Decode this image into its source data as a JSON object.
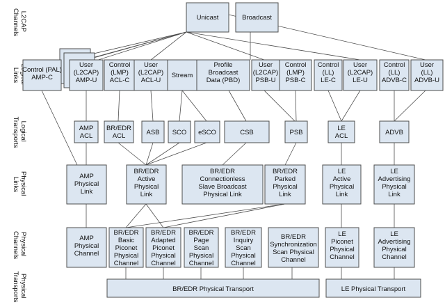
{
  "layers": {
    "l2cap": [
      "L2CAP",
      "Channels"
    ],
    "logical_links": [
      "Logical",
      "Links"
    ],
    "logical_transports": [
      "Logical",
      "Transports"
    ],
    "physical_links": [
      "Physical",
      "Links"
    ],
    "physical_channels": [
      "Physical",
      "Channels"
    ],
    "physical_transports": [
      "Physical",
      "Transports"
    ]
  },
  "l2cap_channels": {
    "unicast": [
      "Unicast"
    ],
    "broadcast": [
      "Broadcast"
    ]
  },
  "logical_links": {
    "amp_c": [
      "Control (PAL)",
      "AMP-C"
    ],
    "amp_u": [
      "User",
      "(L2CAP)",
      "AMP-U"
    ],
    "acl_c": [
      "Control",
      "(LMP)",
      "ACL-C"
    ],
    "acl_u": [
      "User",
      "(L2CAP)",
      "ACL-U"
    ],
    "stream": [
      "Stream"
    ],
    "pbd": [
      "Profile",
      "Broadcast",
      "Data (PBD)"
    ],
    "psb_u": [
      "User",
      "(L2CAP)",
      "PSB-U"
    ],
    "psb_c": [
      "Control",
      "(LMP)",
      "PSB-C"
    ],
    "le_c": [
      "Control",
      "(LL)",
      "LE-C"
    ],
    "le_u": [
      "User",
      "(L2CAP)",
      "LE-U"
    ],
    "advb_c": [
      "Control",
      "(LL)",
      "ADVB-C"
    ],
    "advb_u": [
      "User",
      "(LL)",
      "ADVB-U"
    ]
  },
  "logical_transports": {
    "amp_acl": [
      "AMP",
      "ACL"
    ],
    "bredr_acl": [
      "BR/EDR",
      "ACL"
    ],
    "asb": [
      "ASB"
    ],
    "sco": [
      "SCO"
    ],
    "esco": [
      "eSCO"
    ],
    "csb": [
      "CSB"
    ],
    "psb": [
      "PSB"
    ],
    "le_acl": [
      "LE",
      "ACL"
    ],
    "advb": [
      "ADVB"
    ]
  },
  "physical_links": {
    "amp": [
      "AMP",
      "Physical",
      "Link"
    ],
    "bredr_active": [
      "BR/EDR",
      "Active",
      "Physical",
      "Link"
    ],
    "bredr_csb": [
      "BR/EDR",
      "Connectionless",
      "Slave Broadcast",
      "Physical Link"
    ],
    "bredr_parked": [
      "BR/EDR",
      "Parked",
      "Physical",
      "Link"
    ],
    "le_active": [
      "LE",
      "Active",
      "Physical",
      "Link"
    ],
    "le_adv": [
      "LE",
      "Advertising",
      "Physical",
      "Link"
    ]
  },
  "physical_channels": {
    "amp": [
      "AMP",
      "Physical",
      "Channel"
    ],
    "basic": [
      "BR/EDR",
      "Basic",
      "Piconet",
      "Physical",
      "Channel"
    ],
    "adapted": [
      "BR/EDR",
      "Adapted",
      "Piconet",
      "Physical",
      "Channel"
    ],
    "page": [
      "BR/EDR",
      "Page",
      "Scan",
      "Physical",
      "Channel"
    ],
    "inquiry": [
      "BR/EDR",
      "Inquiry",
      "Scan",
      "Physical",
      "Channel"
    ],
    "sync": [
      "BR/EDR",
      "Synchronization",
      "Scan Physical",
      "Channel"
    ],
    "le_piconet": [
      "LE",
      "Piconet",
      "Physical",
      "Channel"
    ],
    "le_adv": [
      "LE",
      "Advertising",
      "Physical",
      "Channel"
    ]
  },
  "physical_transports": {
    "bredr": [
      "BR/EDR Physical Transport"
    ],
    "le": [
      "LE Physical Transport"
    ]
  }
}
